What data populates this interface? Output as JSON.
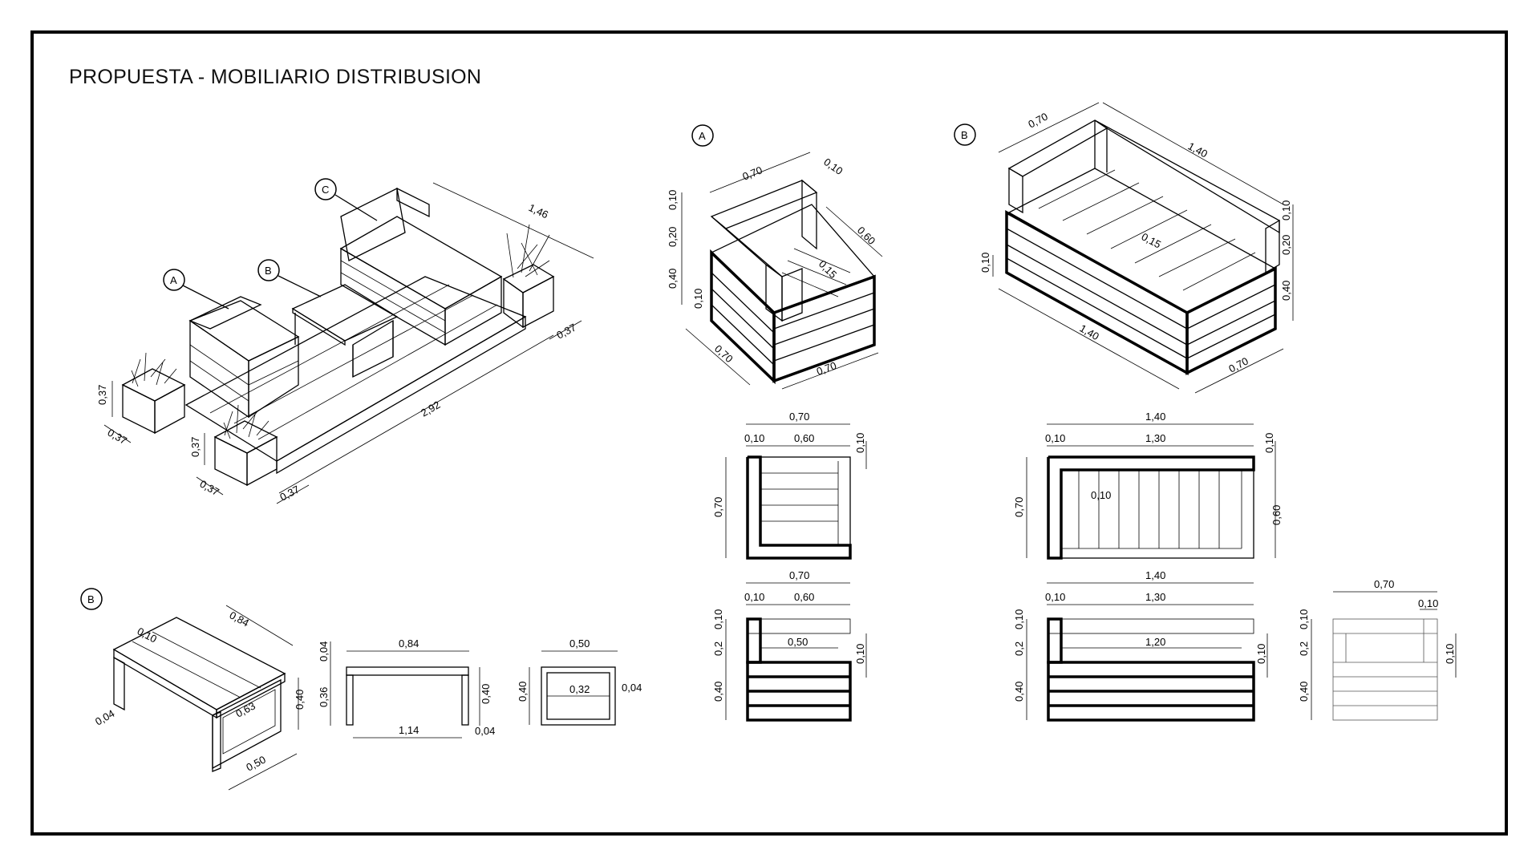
{
  "title": "PROPUESTA - MOBILIARIO DISTRIBUSION",
  "labels": {
    "a": "A",
    "b": "B",
    "c": "C"
  },
  "overview": {
    "d_146": "1,46",
    "d_037a": "0,37",
    "d_292": "2,92",
    "d_037b": "0,37",
    "d_037c": "0,37",
    "d_037d": "0,37",
    "d_037e": "0,37",
    "d_037f": "0,37"
  },
  "iso_a": {
    "d_070top": "0,70",
    "d_010a": "0,10",
    "d_060": "0,60",
    "d_015": "0,15",
    "d_010l": "0,10",
    "d_020": "0,20",
    "d_040": "0,40",
    "d_010b": "0,10",
    "d_070l": "0,70",
    "d_070r": "0,70"
  },
  "iso_b": {
    "d_070": "0,70",
    "d_140top": "1,40",
    "d_015": "0,15",
    "d_010r": "0,10",
    "d_020r": "0,20",
    "d_040r": "0,40",
    "d_010l": "0,10",
    "d_140bot": "1,40",
    "d_070bot": "0,70"
  },
  "plan_a": {
    "d_070top": "0,70",
    "d_010": "0,10",
    "d_060": "0,60",
    "d_010r": "0,10",
    "d_070l": "0,70"
  },
  "plan_b": {
    "d_140": "1,40",
    "d_010": "0,10",
    "d_130": "1,30",
    "d_010r": "0,10",
    "d_070l": "0,70",
    "d_060r": "0,60",
    "d_010in": "0,10"
  },
  "elev_a": {
    "d_070": "0,70",
    "d_010": "0,10",
    "d_060": "0,60",
    "d_050": "0,50",
    "d_010l": "0,10",
    "d_02": "0,2",
    "d_040": "0,40",
    "d_010r": "0,10"
  },
  "elev_b": {
    "d_140": "1,40",
    "d_010": "0,10",
    "d_130": "1,30",
    "d_120": "1,20",
    "d_010l": "0,10",
    "d_02": "0,2",
    "d_040": "0,40",
    "d_010r": "0,10"
  },
  "side_b": {
    "d_070": "0,70",
    "d_010top": "0,10",
    "d_010l": "0,10",
    "d_02": "0,2",
    "d_040": "0,40",
    "d_010r": "0,10"
  },
  "table": {
    "d_084": "0,84",
    "d_010": "0,10",
    "d_063": "0,63",
    "d_040": "0,40",
    "d_050": "0,50",
    "d_004": "0,04"
  },
  "table_elev": {
    "d_084": "0,84",
    "d_004a": "0,04",
    "d_036": "0,36",
    "d_040": "0,40",
    "d_114": "1,14",
    "d_004b": "0,04"
  },
  "table_side": {
    "d_050": "0,50",
    "d_040": "0,40",
    "d_032": "0,32",
    "d_004": "0,04"
  }
}
